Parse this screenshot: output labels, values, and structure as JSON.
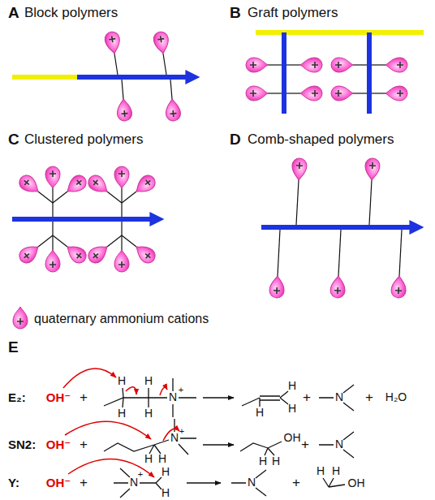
{
  "diagram": {
    "labels": [
      "A",
      "Block polymers",
      "B",
      "Graft polymers",
      "C",
      "Clustered polymers",
      "D",
      "Comb-shaped polymers",
      "E",
      "E₂:",
      "OH⁻",
      "+",
      "H",
      "H",
      "H",
      "H",
      "N",
      "+",
      "H",
      "H",
      "H",
      "+",
      "N",
      "+",
      "H₂O",
      "SN2:",
      "OH⁻",
      "+",
      "H",
      "H",
      "N",
      "+",
      "OH",
      "H",
      "H",
      "+",
      "N",
      "Y:",
      "OH⁻",
      "+",
      "N",
      "+",
      "H",
      "H",
      "N",
      "+",
      "H",
      "H",
      "OH"
    ],
    "legend": [
      {
        "text": "quaternary ammonium cations"
      }
    ]
  }
}
